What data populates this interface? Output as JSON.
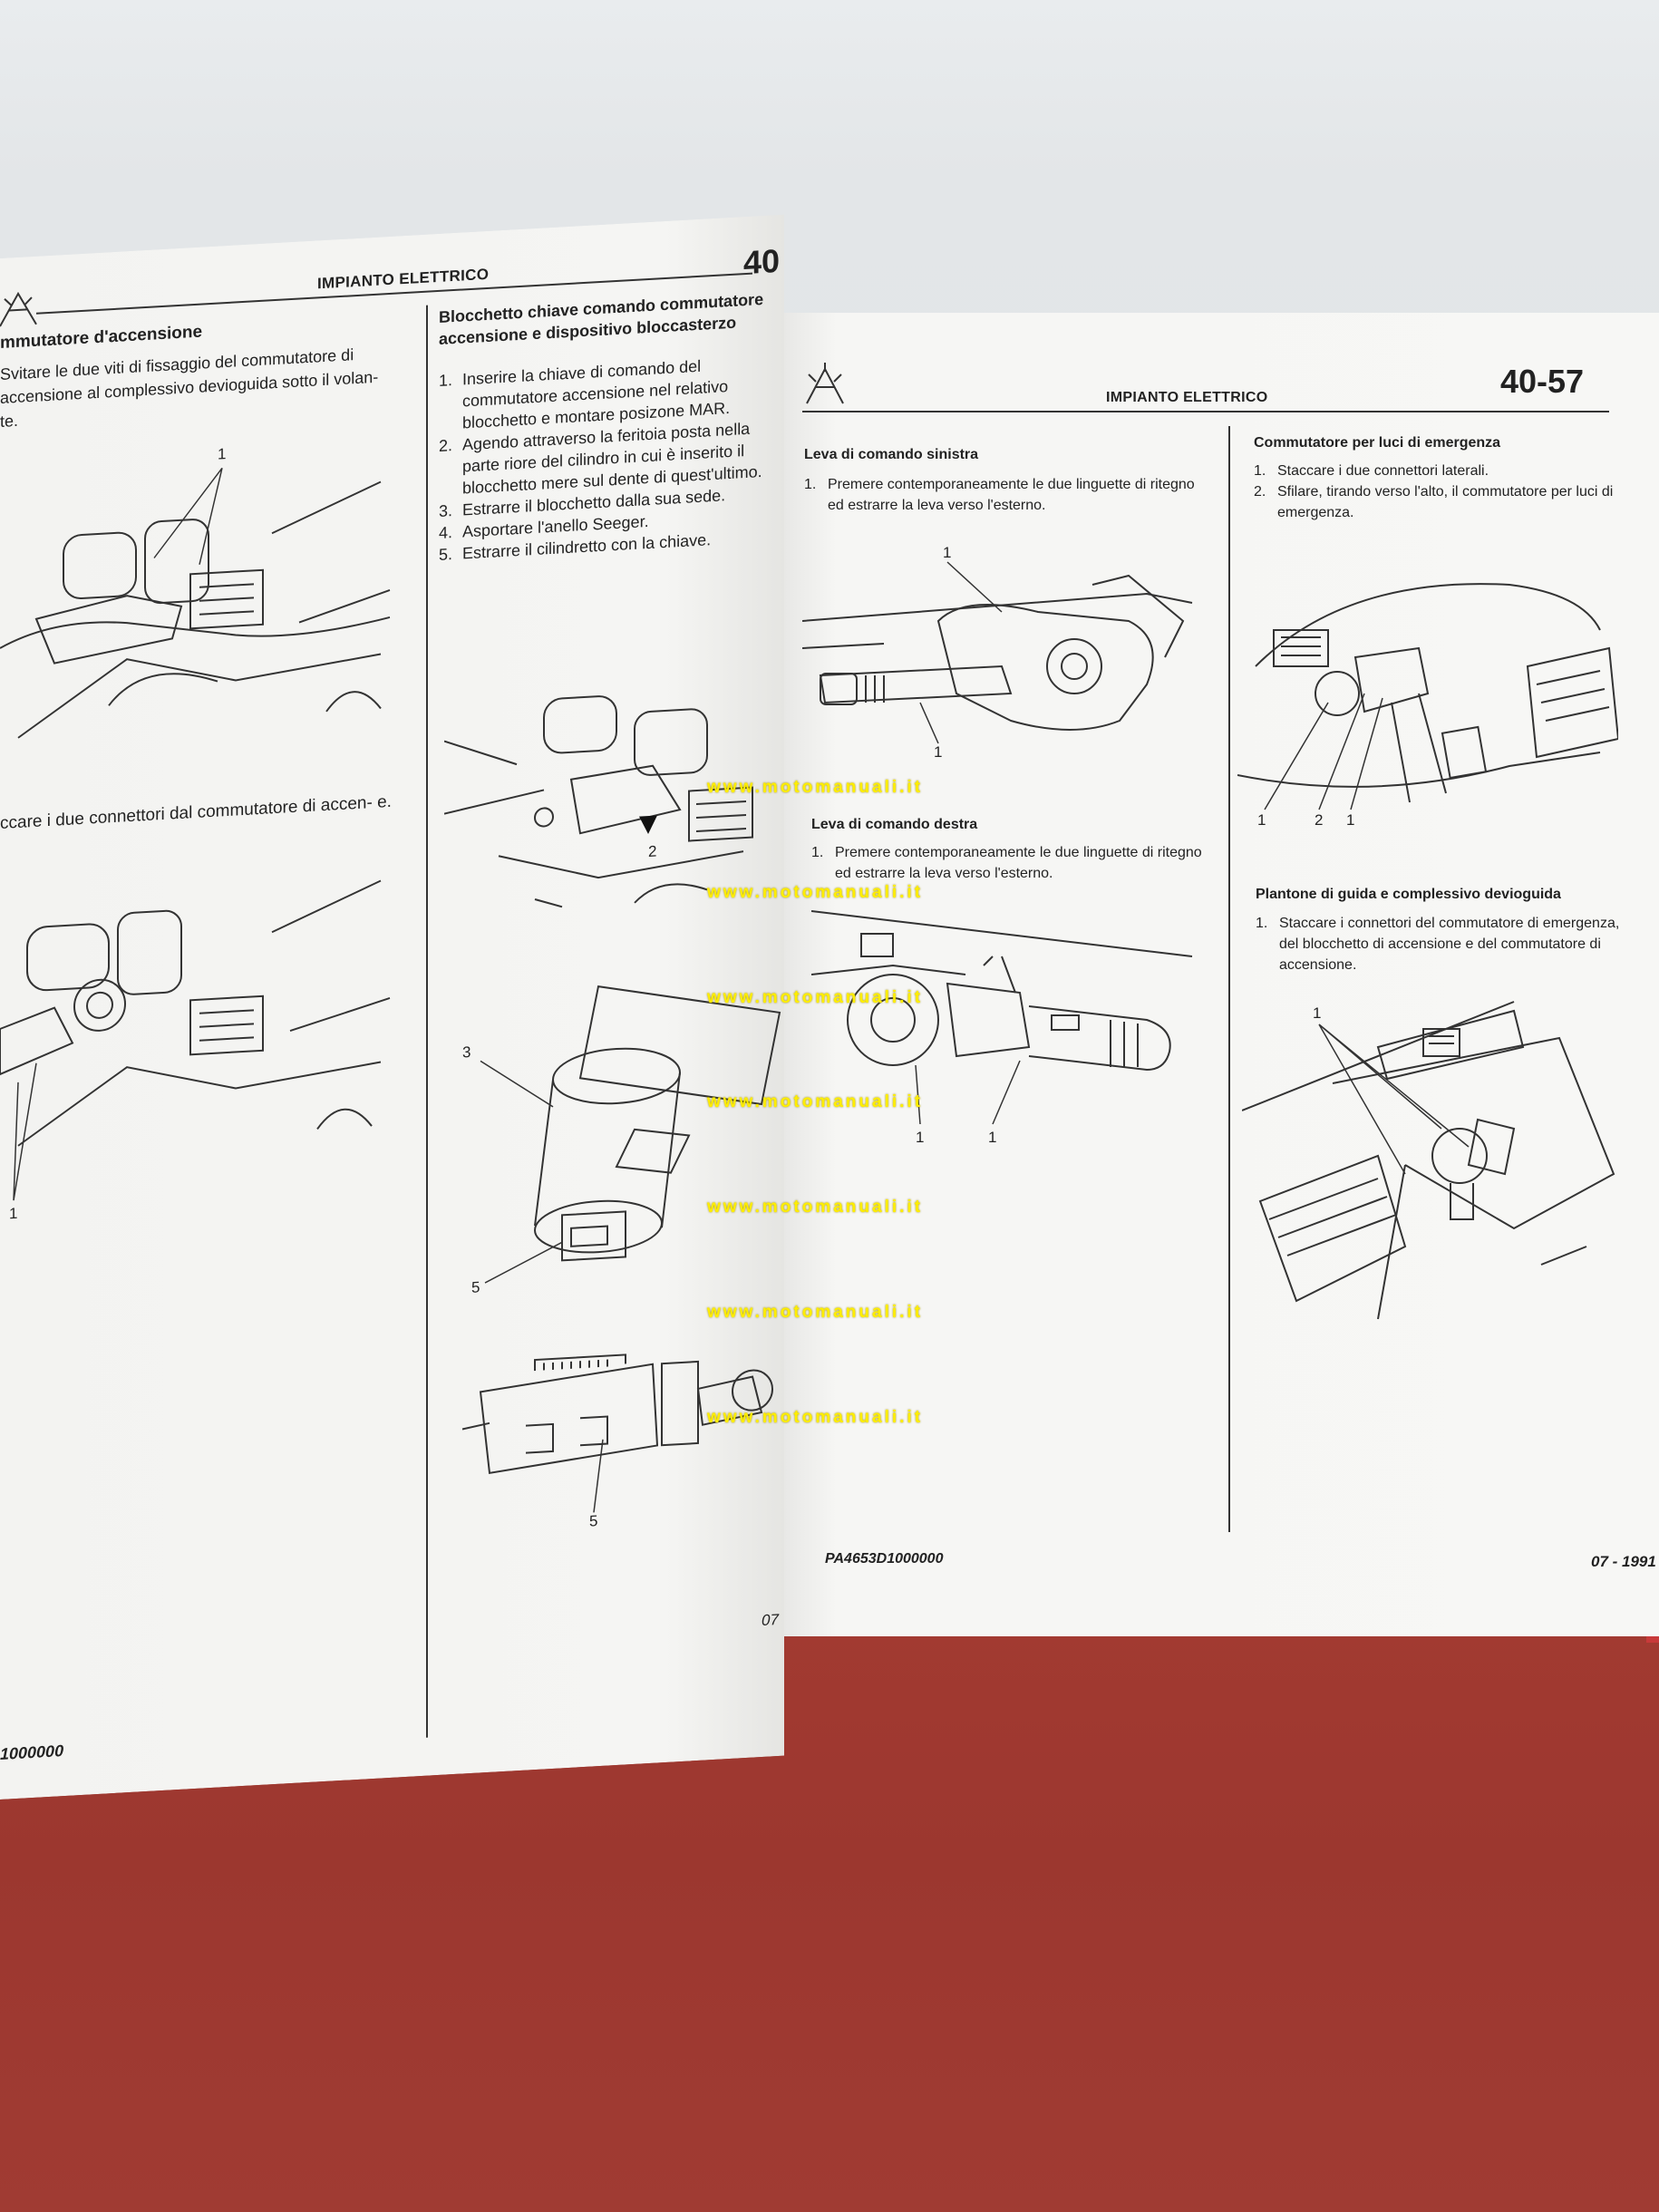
{
  "left_page": {
    "header": "IMPIANTO ELETTRICO",
    "page_number_partial": "40",
    "col1": {
      "title": "mmutatore d'accensione",
      "step1": "Svitare le due viti di fissaggio del commutatore di accensione al complessivo devioguida sotto il volan- te.",
      "fig1_callout": "1",
      "step2": "ccare i due connettori dal commutatore di accen- e.",
      "fig2_callout": "1"
    },
    "col2": {
      "title_line1": "Blocchetto chiave comando commutatore",
      "title_line2": "accensione e dispositivo bloccasterzo",
      "steps": [
        {
          "n": "1.",
          "text": "Inserire la chiave di comando del commutatore accensione nel relativo blocchetto e montare posizone MAR."
        },
        {
          "n": "2.",
          "text": "Agendo attraverso la feritoia posta nella parte riore del cilindro in cui è inserito il blocchetto mere sul dente di quest'ultimo."
        },
        {
          "n": "3.",
          "text": "Estrarre il blocchetto dalla sua sede."
        },
        {
          "n": "4.",
          "text": "Asportare l'anello Seeger."
        },
        {
          "n": "5.",
          "text": "Estrarre il cilindretto con la chiave."
        }
      ],
      "fig_callout_2": "2",
      "fig_callout_3": "3",
      "fig_callout_5a": "5",
      "fig_callout_5b": "5"
    },
    "footer_code": "1000000",
    "footer_partial": "07"
  },
  "right_page": {
    "header": "IMPIANTO ELETTRICO",
    "page_number": "40-57",
    "col1": {
      "sec1_title": "Leva di comando sinistra",
      "sec1_steps": [
        {
          "n": "1.",
          "text": "Premere contemporaneamente le due linguette di ritegno ed estrarre la leva verso l'esterno."
        }
      ],
      "sec1_callouts": [
        "1",
        "1"
      ],
      "sec2_title": "Leva di comando destra",
      "sec2_steps": [
        {
          "n": "1.",
          "text": "Premere contemporaneamente le due linguette di ritegno ed estrarre la leva verso l'esterno."
        }
      ],
      "sec2_callouts": [
        "1",
        "1"
      ]
    },
    "col2": {
      "sec1_title": "Commutatore per luci di emergenza",
      "sec1_steps": [
        {
          "n": "1.",
          "text": "Staccare i due connettori laterali."
        },
        {
          "n": "2.",
          "text": "Sfilare, tirando verso l'alto, il commutatore per luci di emergenza."
        }
      ],
      "sec1_callouts": [
        "1",
        "2",
        "1"
      ],
      "sec2_title": "Plantone di guida e complessivo devioguida",
      "sec2_steps": [
        {
          "n": "1.",
          "text": "Staccare i connettori del commutatore di emergenza, del blocchetto di accensione e del commutatore di accensione."
        }
      ],
      "sec2_callouts": [
        "1"
      ]
    },
    "footer_code": "PA4653D1000000",
    "footer_date": "07 - 1991"
  },
  "watermark": "www.motomanuali.it",
  "colors": {
    "paper": "#f6f6f4",
    "table": "#a03a32",
    "binder": "#c83a3a",
    "watermark": "#ffee00"
  }
}
